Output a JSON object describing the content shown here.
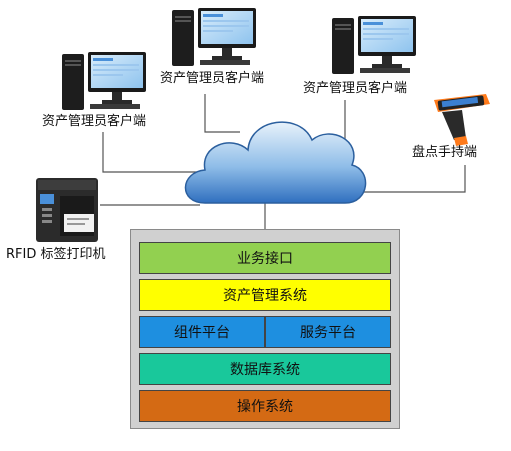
{
  "clients": {
    "left_label": "资产管理员客户端",
    "middle_label": "资产管理员客户端",
    "right_label": "资产管理员客户端"
  },
  "handheld_label": "盘点手持端",
  "printer_label": "RFID 标签打印机",
  "stack": {
    "layers": {
      "business_interface": "业务接口",
      "asset_system": "资产管理系统",
      "component_platform": "组件平台",
      "service_platform": "服务平台",
      "database": "数据库系统",
      "os": "操作系统"
    }
  },
  "colors": {
    "business_interface": "#92d050",
    "asset_system": "#ffff00",
    "platforms": "#1e8fe0",
    "database": "#19c89b",
    "os": "#d46a14",
    "cloud": "#2f7ed8"
  }
}
